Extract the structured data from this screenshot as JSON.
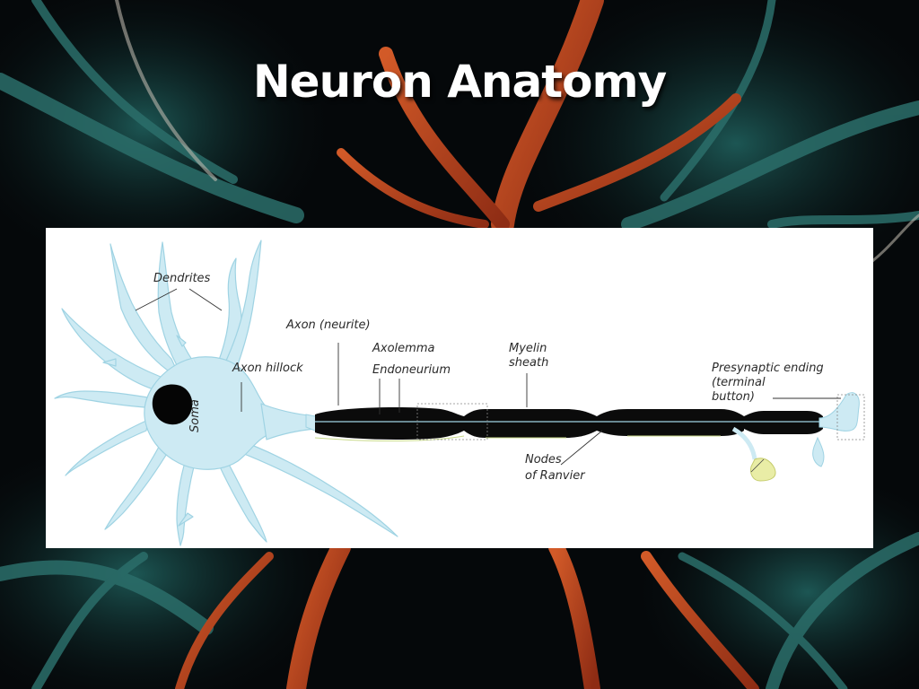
{
  "slide": {
    "title": "Neuron Anatomy"
  },
  "diagram": {
    "labels": {
      "dendrites": "Dendrites",
      "soma": "Soma",
      "axon_hillock": "Axon hillock",
      "axon_neurite": "Axon (neurite)",
      "axolemma": "Axolemma",
      "endoneurium": "Endoneurium",
      "myelin_sheath_line1": "Myelin",
      "myelin_sheath_line2": "sheath",
      "nodes_line1": "Nodes",
      "nodes_line2": "of Ranvier",
      "presynaptic_line1": "Presynaptic ending",
      "presynaptic_line2": "(terminal",
      "presynaptic_line3": "button)"
    }
  },
  "colors": {
    "neuron_fill": "#cdeaf3",
    "neuron_stroke": "#9fd3e3",
    "myelin": "#0b0b0b",
    "nucleus": "#050505",
    "terminal_bulb": "#e9eda6"
  }
}
